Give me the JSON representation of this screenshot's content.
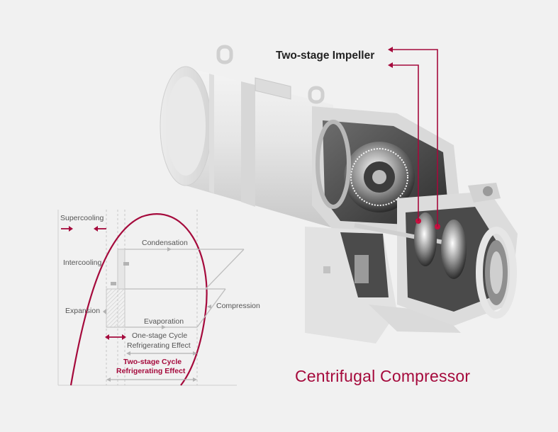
{
  "title": "Centrifugal Compressor",
  "callout": "Two-stage Impeller",
  "diagram": {
    "labels": {
      "supercooling": "Supercooling",
      "intercooling": "Intercooling",
      "expansion": "Expansion",
      "condensation": "Condensation",
      "evaporation": "Evaporation",
      "compression": "Compression",
      "one_stage_line1": "One-stage Cycle",
      "one_stage_line2": "Refrigerating Effect",
      "two_stage_line1": "Two-stage Cycle",
      "two_stage_line2": "Refrigerating Effect"
    }
  },
  "colors": {
    "accent": "#a50a3c",
    "background": "#f1f1f1",
    "body": "#e4e4e4",
    "dark": "#3a3a3a"
  }
}
